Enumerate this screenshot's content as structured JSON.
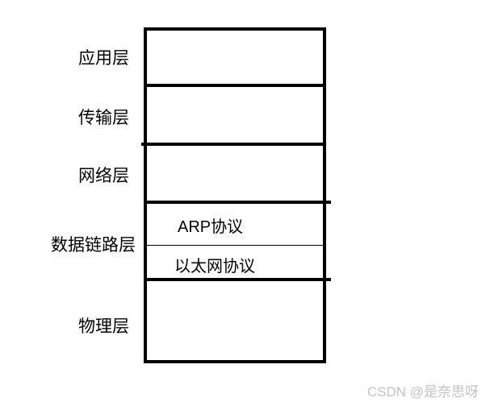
{
  "diagram": {
    "type": "network-protocol-stack",
    "layers": [
      {
        "id": "application",
        "label": "应用层"
      },
      {
        "id": "transport",
        "label": "传输层"
      },
      {
        "id": "network",
        "label": "网络层"
      },
      {
        "id": "datalink",
        "label": "数据链路层"
      },
      {
        "id": "physical",
        "label": "物理层"
      }
    ],
    "datalink_protocols": [
      {
        "id": "arp",
        "label": "ARP协议"
      },
      {
        "id": "ethernet",
        "label": "以太网协议"
      }
    ]
  },
  "watermark": {
    "text": "CSDN @是奈思呀",
    "color": "#c3c3c3"
  },
  "colors": {
    "stroke": "#000000",
    "background": "#ffffff"
  }
}
